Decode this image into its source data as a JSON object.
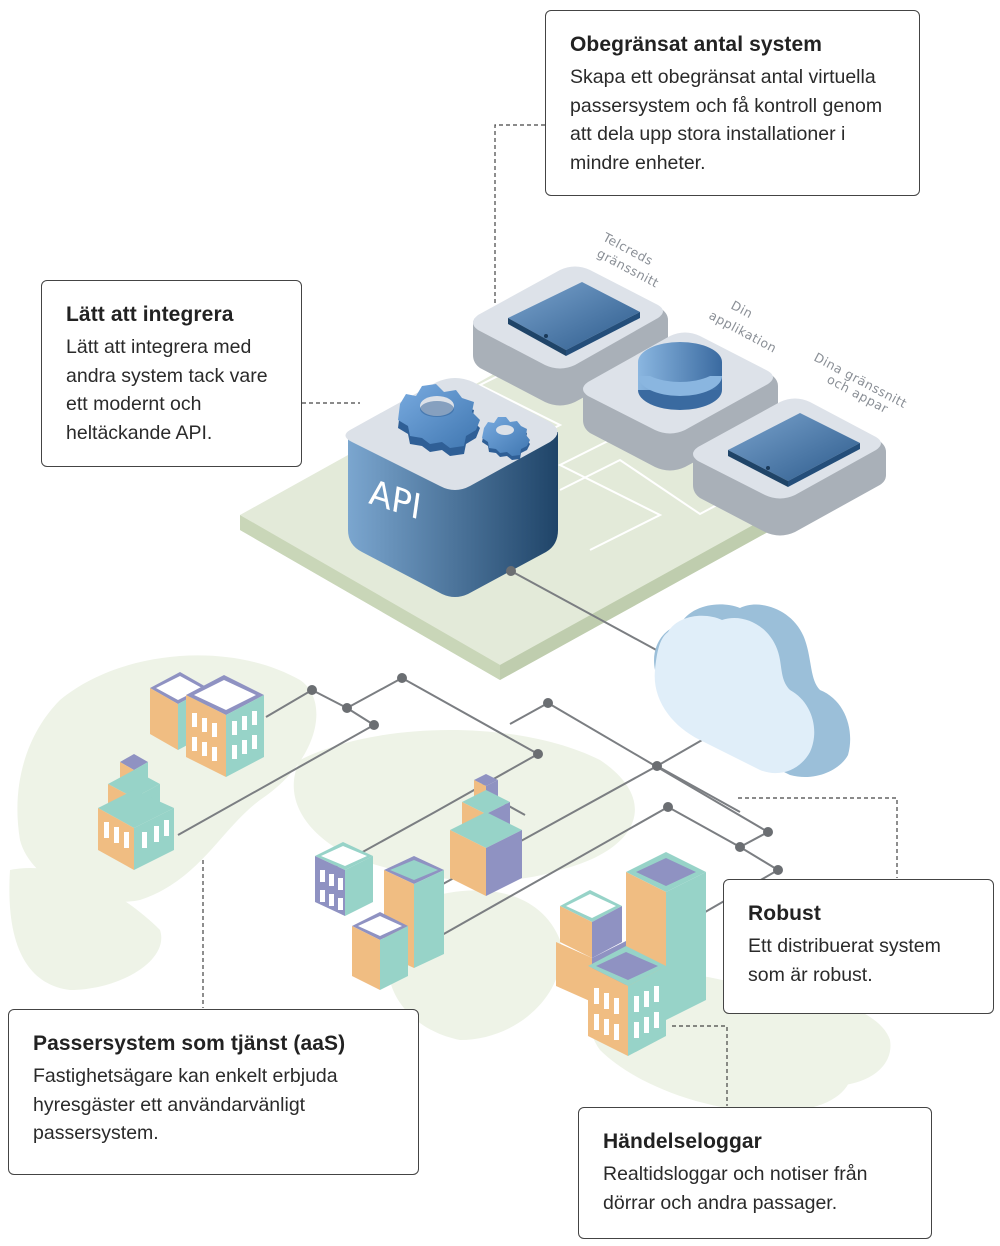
{
  "callouts": {
    "unlimited_systems": {
      "title": "Obegränsat antal system",
      "body": "Skapa ett obegränsat antal virtuella passersystem och få kontroll genom att dela upp stora installationer i mindre enheter."
    },
    "easy_integration": {
      "title": "Lätt att integrera",
      "body": "Lätt att integrera med andra system tack vare ett modernt och heltäckande API."
    },
    "access_as_service": {
      "title": "Passersystem som tjänst (aaS)",
      "body": "Fastighetsägare kan enkelt erbjuda hyresgäster ett användarvänligt passersystem."
    },
    "robust": {
      "title": "Robust",
      "body": "Ett distribuerat system som är robust."
    },
    "event_logs": {
      "title": "Händelseloggar",
      "body": "Realtidsloggar och notiser från dörrar och andra passager."
    }
  },
  "diagram": {
    "api_block_label": "API",
    "module_labels": {
      "telcred_interface": [
        "Telcreds",
        "gränssnitt"
      ],
      "your_application": [
        "Din",
        "applikation"
      ],
      "your_interfaces": [
        "Dina gränssnitt",
        "och appar"
      ]
    },
    "icons": [
      "gear-icon",
      "database-icon",
      "tablet-icon",
      "cloud-icon",
      "building-icon"
    ],
    "colors": {
      "api_blue_dark": "#244a70",
      "api_blue_light": "#6e9cc8",
      "platform_green": "#dfe7d6",
      "cloud_front": "#e0eef9",
      "cloud_side": "#9bbfd9",
      "building_orange": "#f0bd82",
      "building_teal": "#97d3c8",
      "building_purple": "#8f92c2",
      "network_line": "#7b7e82"
    }
  }
}
